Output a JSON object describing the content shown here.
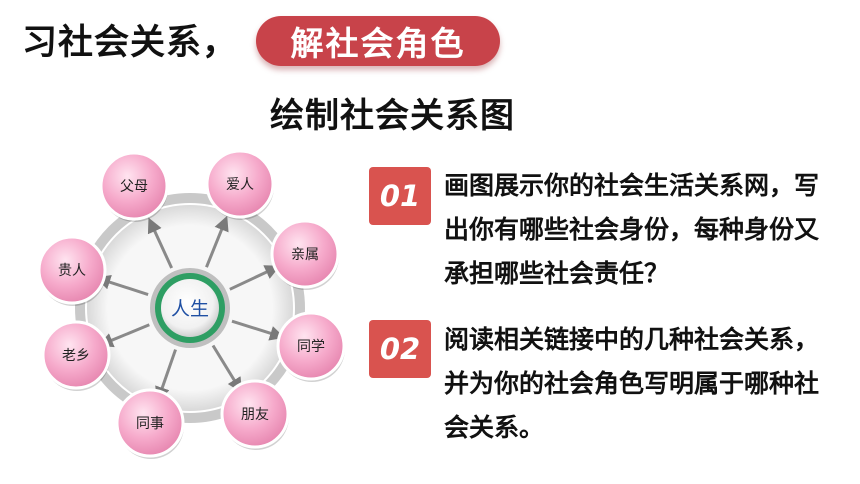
{
  "header": {
    "title_left": "习社会关系，",
    "title_pill": "解社会角色",
    "subtitle": "绘制社会关系图"
  },
  "diagram": {
    "center": "人生",
    "nodes": [
      "父母",
      "爱人",
      "亲属",
      "同学",
      "朋友",
      "同事",
      "老乡",
      "贵人"
    ]
  },
  "tasks": [
    {
      "badge": "01",
      "text": "画图展示你的社会生活关系网，写出你有哪些社会身份，每种身份又承担哪些社会责任？"
    },
    {
      "badge": "02",
      "text": "阅读相关链接中的几种社会关系，并为你的社会角色写明属于哪种社会关系。"
    }
  ],
  "colors": {
    "accent": "#c8434a",
    "badge": "#d9534f",
    "node_fill": "#f3a6c8",
    "ring": "#cccccc",
    "center_ring": "#2e9e63"
  }
}
